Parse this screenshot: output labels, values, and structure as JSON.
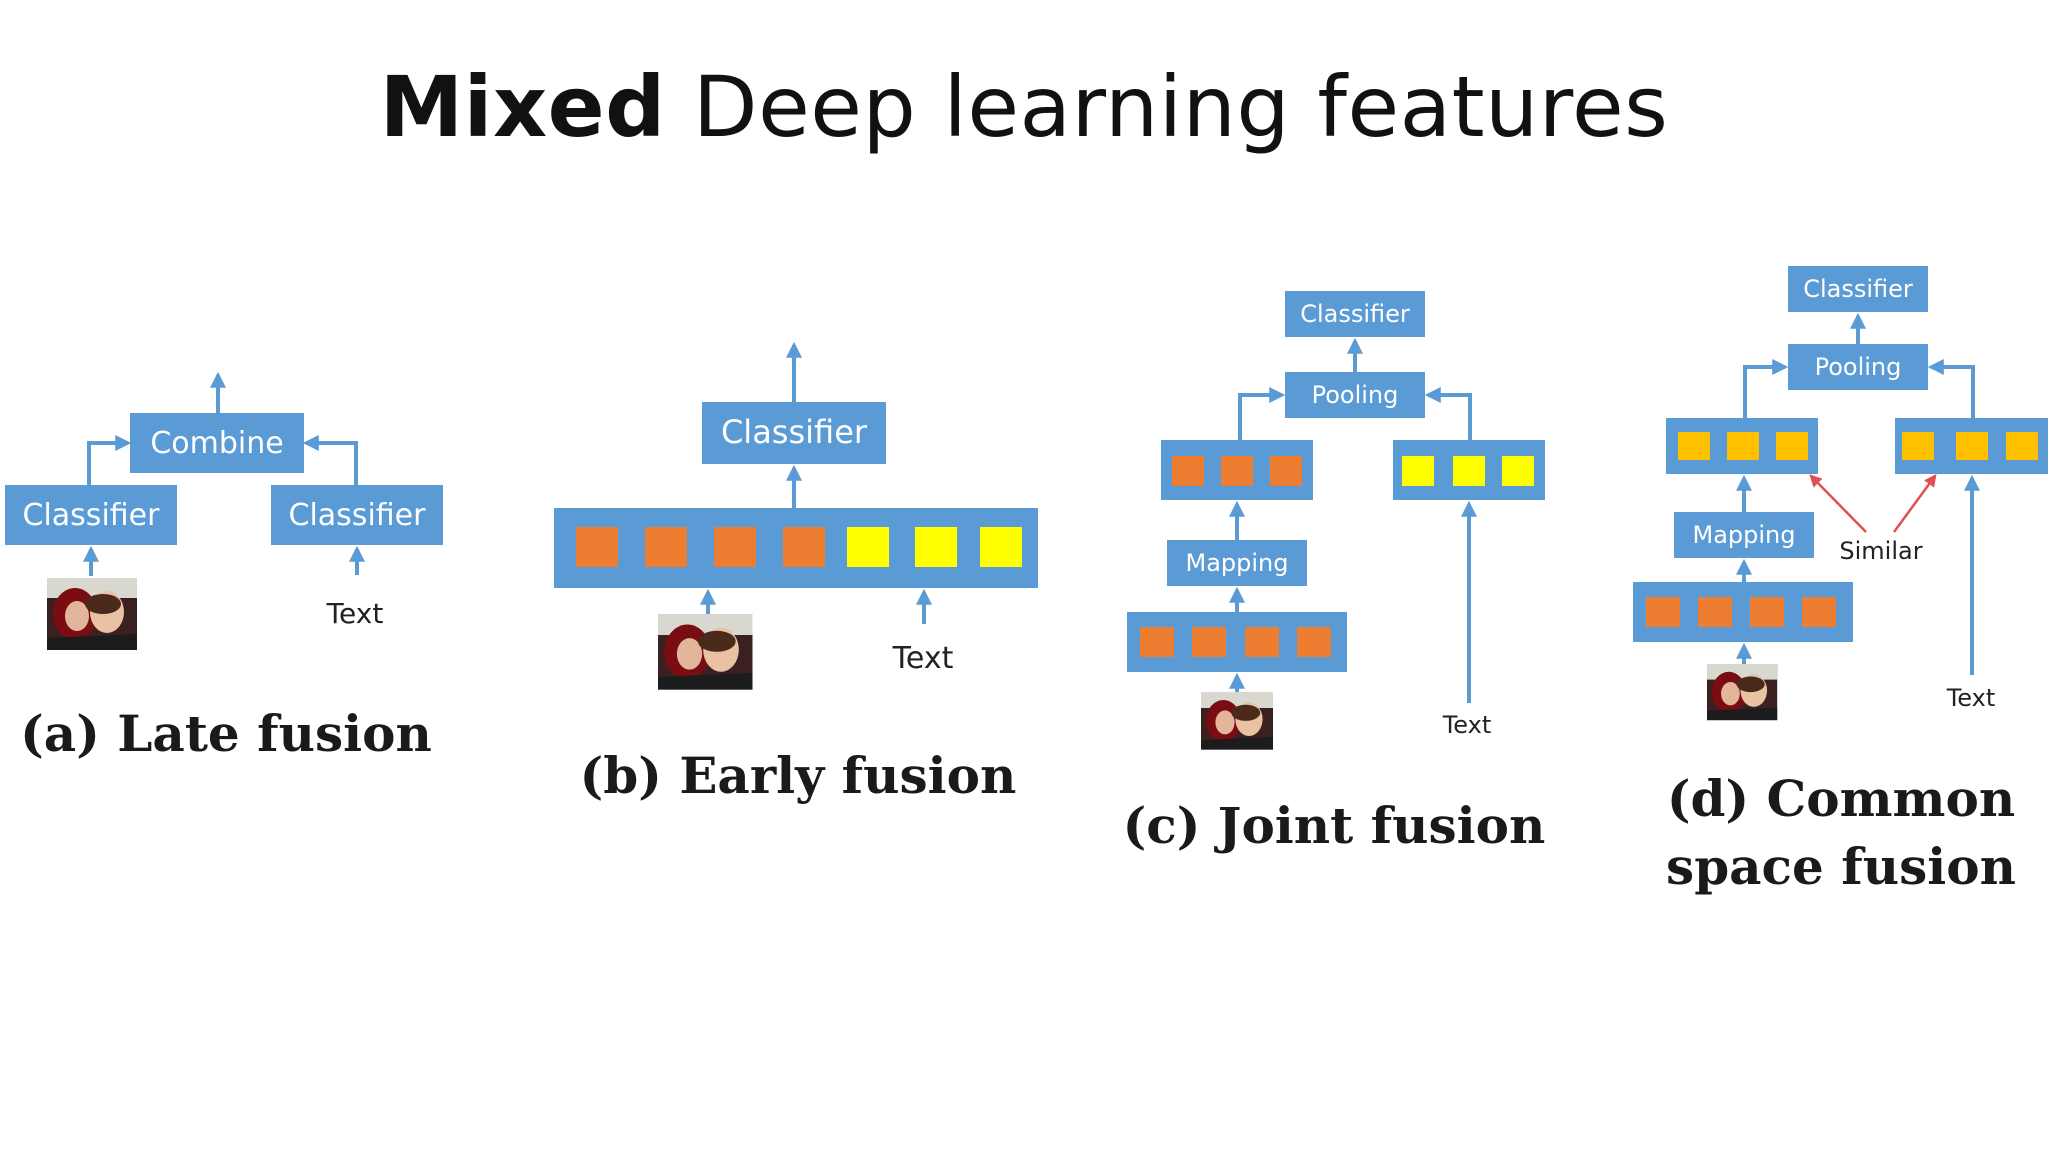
{
  "title": {
    "bold": "Mixed",
    "rest": " Deep learning features"
  },
  "panels": {
    "a": {
      "caption": "(a) Late fusion",
      "combine": "Combine",
      "classifier_left": "Classifier",
      "classifier_right": "Classifier",
      "text": "Text"
    },
    "b": {
      "caption": "(b) Early fusion",
      "classifier": "Classifier",
      "text": "Text"
    },
    "c": {
      "caption": "(c) Joint fusion",
      "classifier": "Classifier",
      "pooling": "Pooling",
      "mapping": "Mapping",
      "text": "Text"
    },
    "d": {
      "caption_line1": "(d) Common",
      "caption_line2": "space fusion",
      "classifier": "Classifier",
      "pooling": "Pooling",
      "mapping": "Mapping",
      "similar": "Similar",
      "text": "Text"
    }
  },
  "colors": {
    "box_blue": "#5b9bd5",
    "arrow_blue": "#5b9bd5",
    "orange": "#ed7d31",
    "yellow_b": "#ffff00",
    "yellow_d": "#ffc000",
    "red_arrow": "#e05050"
  },
  "icons": {
    "photo": "couple-photo-icon"
  }
}
